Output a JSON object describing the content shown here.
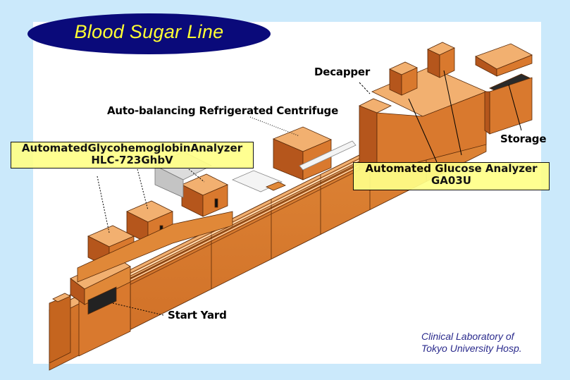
{
  "title": "Blood Sugar Line",
  "labels": {
    "decapper": "Decapper",
    "centrifuge": "Auto-balancing Refrigerated Centrifuge",
    "storage": "Storage",
    "start_yard": "Start Yard"
  },
  "callouts": {
    "glycohemoglobin": {
      "line1": "AutomatedGlycohemoglobinAnalyzer",
      "line2": "HLC-723GhbV"
    },
    "glucose": {
      "line1": "Automated Glucose Analyzer",
      "line2": "GA03U"
    }
  },
  "credit": {
    "line1": "Clinical Laboratory of",
    "line2": "Tokyo University Hosp."
  },
  "colors": {
    "background": "#cbe9fb",
    "title_oval": "#0a0a7a",
    "title_text": "#ffff33",
    "callout_fill": "#ffff88",
    "machine_top": "#f2b070",
    "machine_front": "#d9792e",
    "machine_side": "#b5561c",
    "credit_text": "#2a2a8c"
  }
}
